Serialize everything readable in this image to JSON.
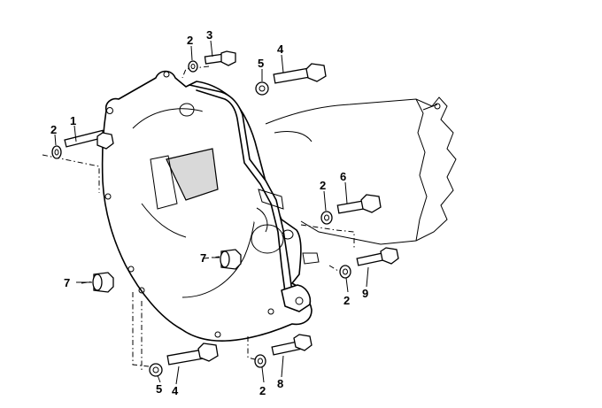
{
  "callouts": [
    {
      "id": "c1",
      "text": "1"
    },
    {
      "id": "c2a",
      "text": "2"
    },
    {
      "id": "c2b",
      "text": "2"
    },
    {
      "id": "c2c",
      "text": "2"
    },
    {
      "id": "c2d",
      "text": "2"
    },
    {
      "id": "c2e",
      "text": "2"
    },
    {
      "id": "c3",
      "text": "3"
    },
    {
      "id": "c4a",
      "text": "4"
    },
    {
      "id": "c4b",
      "text": "4"
    },
    {
      "id": "c5a",
      "text": "5"
    },
    {
      "id": "c5b",
      "text": "5"
    },
    {
      "id": "c6",
      "text": "6"
    },
    {
      "id": "c7a",
      "text": "7"
    },
    {
      "id": "c7b",
      "text": "7"
    },
    {
      "id": "c8",
      "text": "8"
    },
    {
      "id": "c9",
      "text": "9"
    }
  ],
  "colors": {
    "line": "#000000",
    "background": "#ffffff",
    "shade": "#d9d9d9"
  },
  "icons": [
    "bolt-icon",
    "washer-icon",
    "bushing-icon"
  ]
}
